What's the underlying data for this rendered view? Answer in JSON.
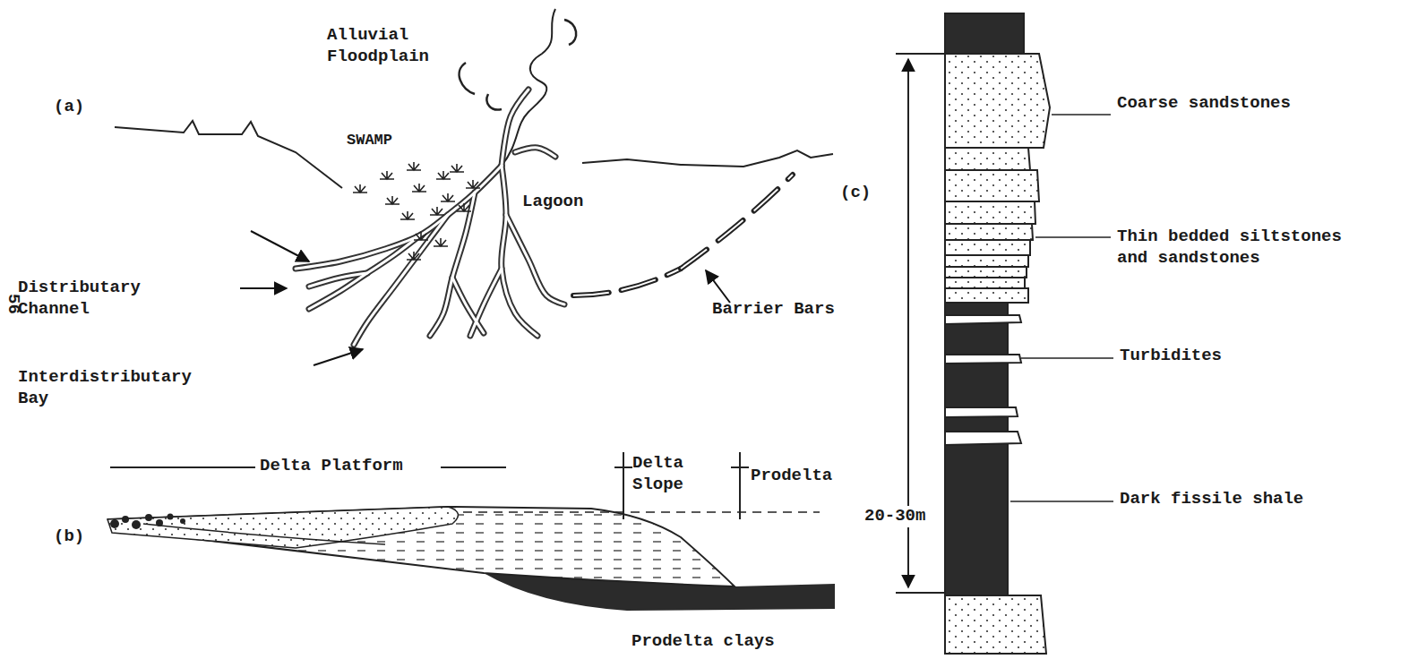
{
  "diagram": {
    "labels": [
      "Alluvial Floodplain",
      "(a)",
      "SWAMP",
      "Lagoon",
      "Distributary Channel",
      "Interdistributary Bay",
      "Barrier Bars",
      "56",
      "(b)",
      "Delta Platform",
      "Delta Slope",
      "Prodelta",
      "Prodelta clays",
      "(c)",
      "20-30m",
      "Coarse sandstones",
      "Thin bedded siltstones and sandstones",
      "Turbidites",
      "Dark fissile shale"
    ]
  }
}
